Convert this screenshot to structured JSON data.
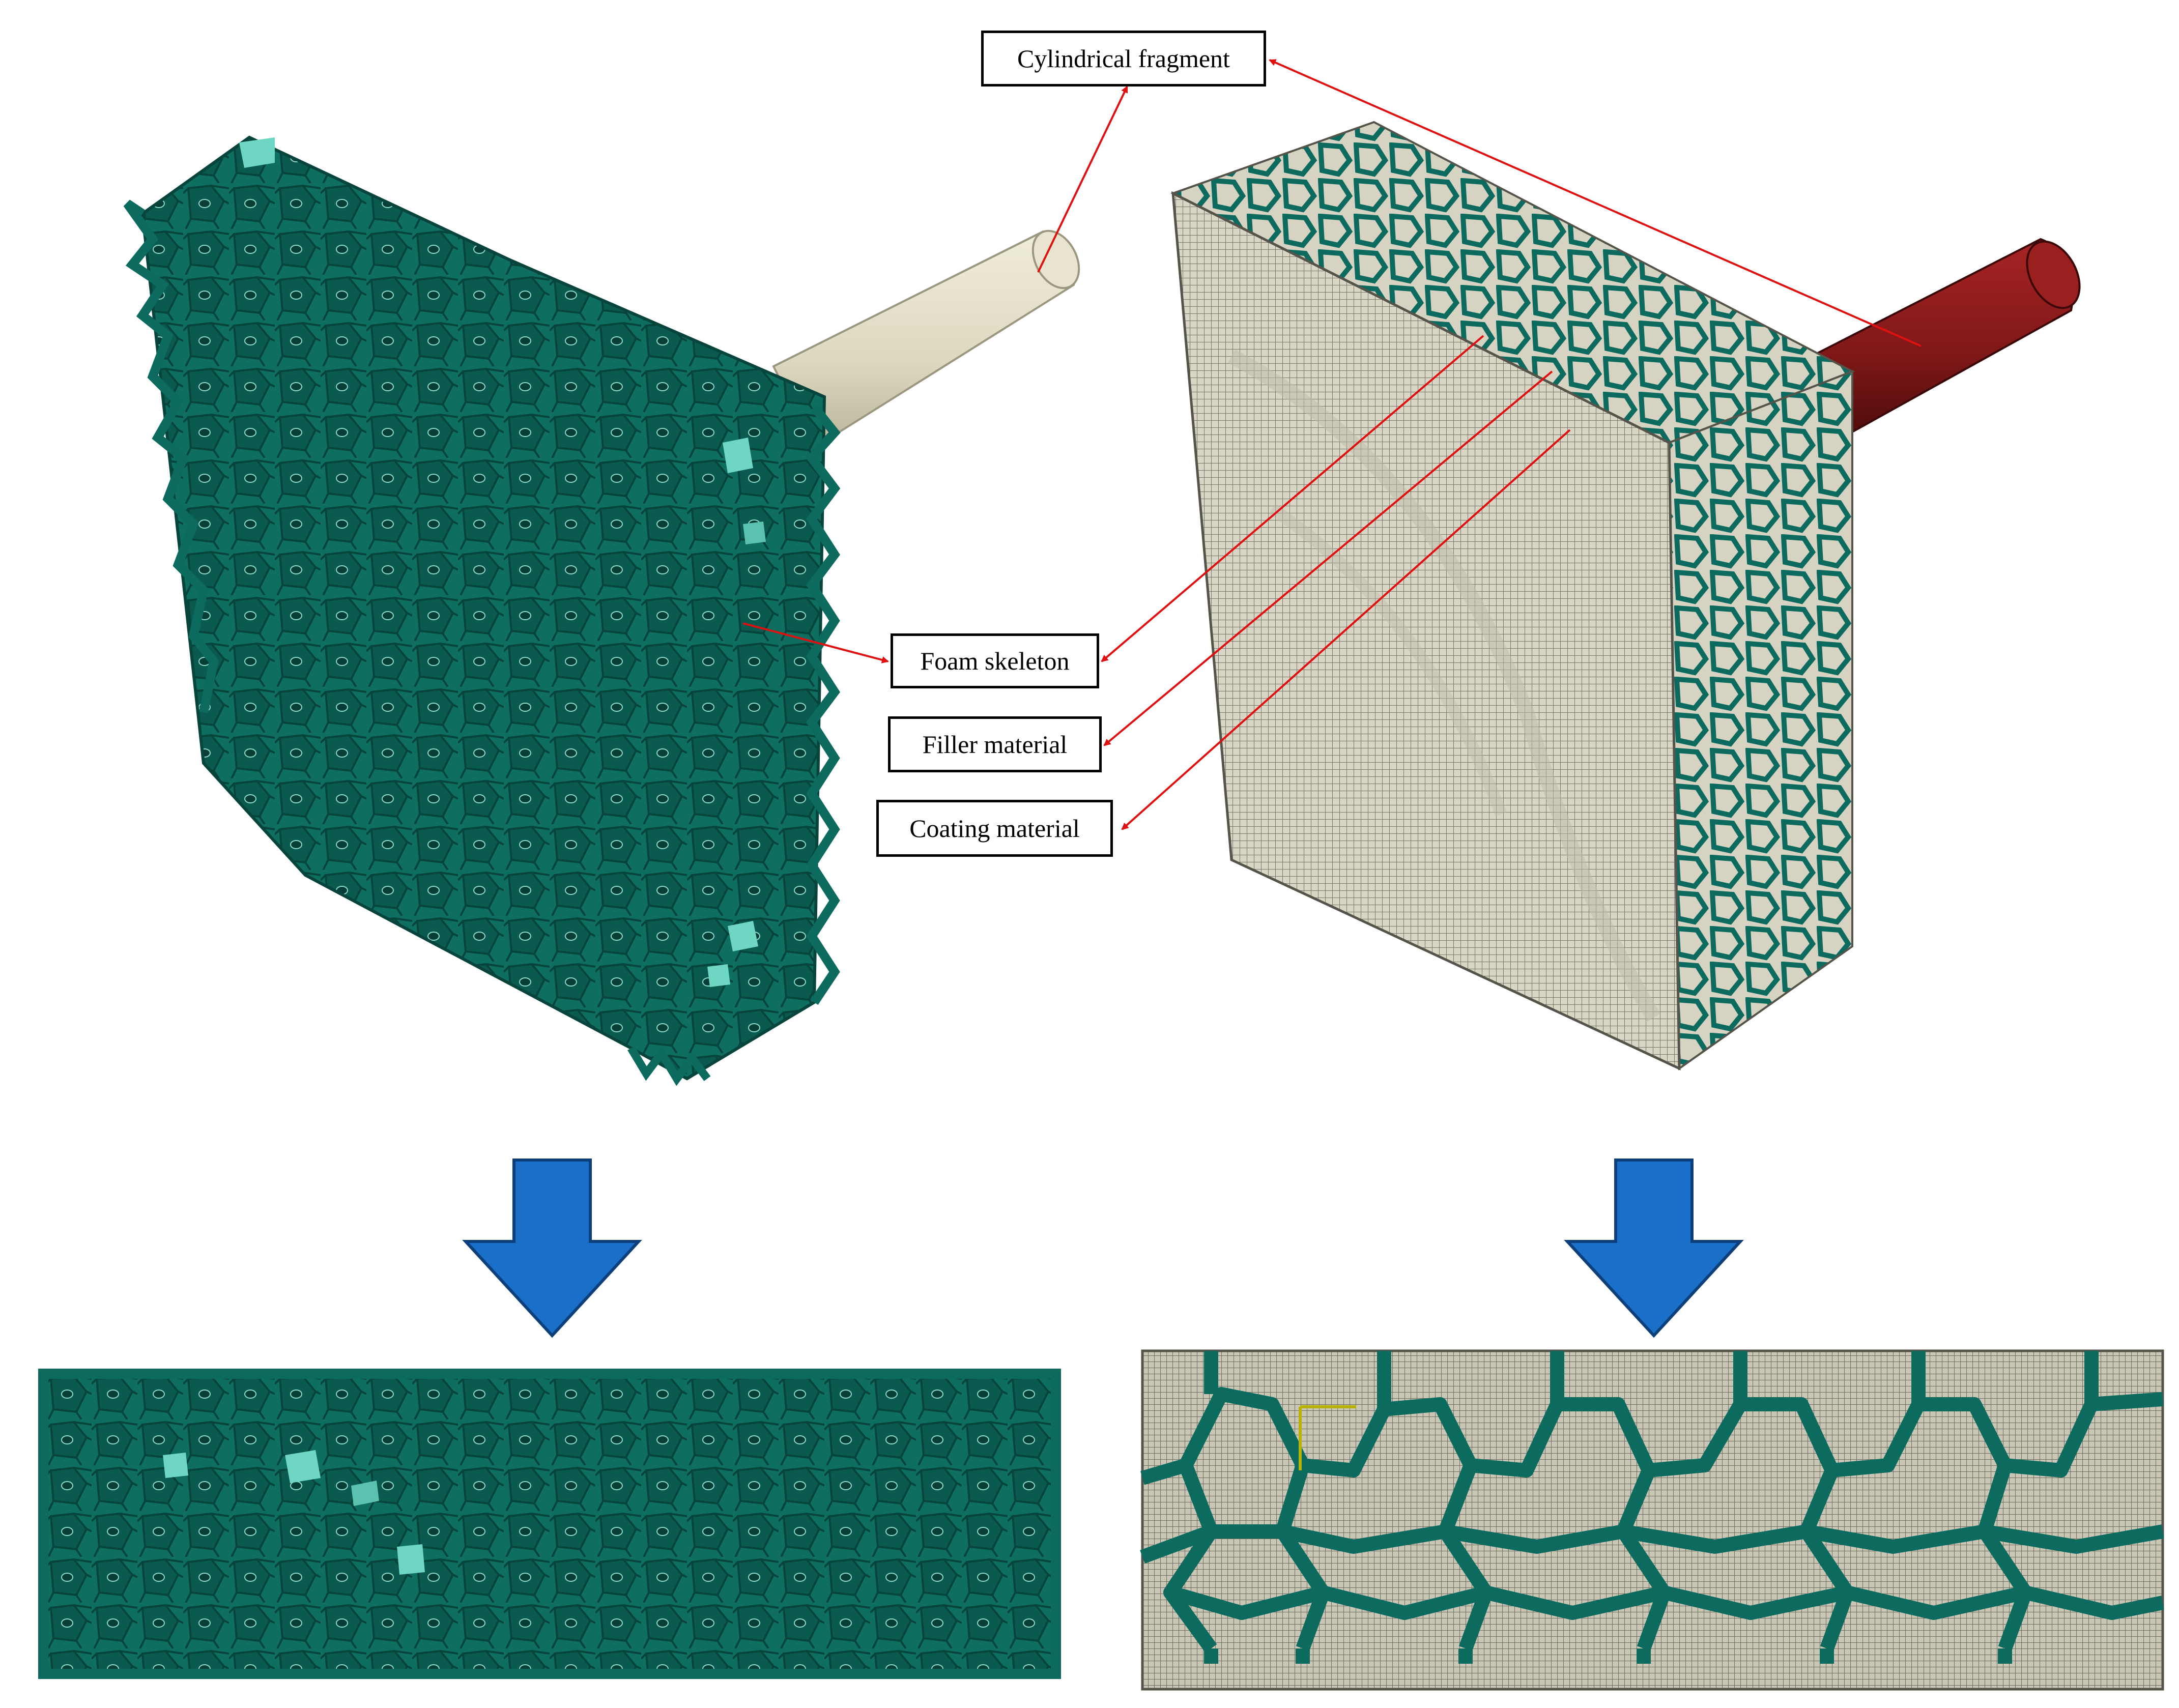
{
  "labels": {
    "cylindrical_fragment": "Cylindrical fragment",
    "foam_skeleton": "Foam skeleton",
    "filler_material": "Filler material",
    "coating_material": "Coating material"
  },
  "colors": {
    "foam_green": "#0c6b5e",
    "foam_green_light": "#2f9c8a",
    "foam_green_highlight": "#6fd6c4",
    "filler_beige": "#d9d6c6",
    "mesh_line": "#6f6e64",
    "rod_ivory": "#e3dfc9",
    "rod_red": "#8a1c1c",
    "arrow_blue": "#1a6fc8",
    "leader_red": "#e01010"
  },
  "icons": {
    "down_arrow": "down-arrow-icon"
  }
}
